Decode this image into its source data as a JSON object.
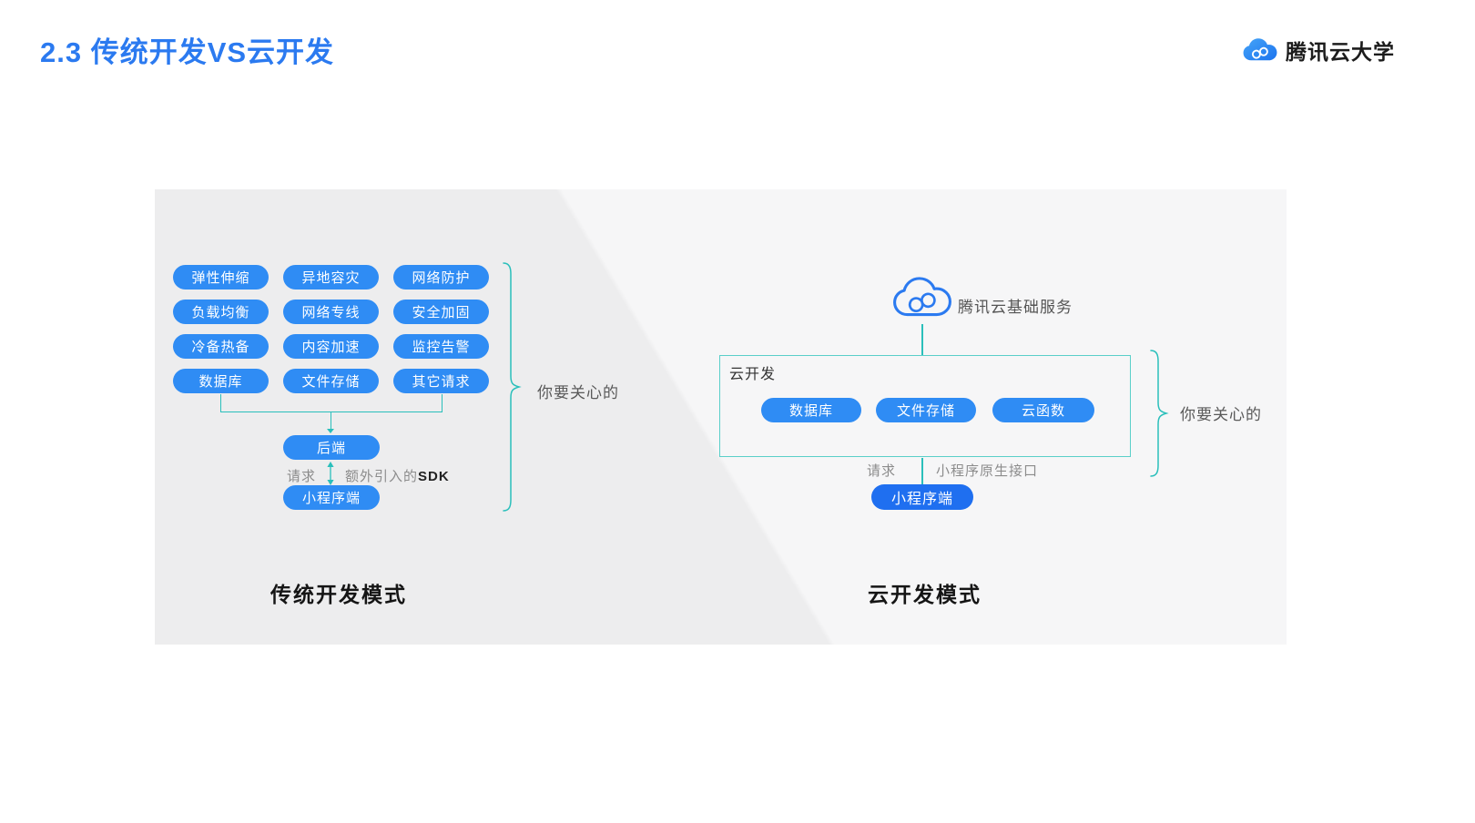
{
  "slide": {
    "title": "2.3 传统开发VS云开发",
    "brand": "腾讯云大学"
  },
  "traditional": {
    "grid": [
      "弹性伸缩",
      "异地容灾",
      "网络防护",
      "负载均衡",
      "网络专线",
      "安全加固",
      "冷备热备",
      "内容加速",
      "监控告警",
      "数据库",
      "文件存储",
      "其它请求"
    ],
    "backend": "后端",
    "request": "请求",
    "sdk_prefix": "额外引入的",
    "sdk_bold": "SDK",
    "miniprogram": "小程序端",
    "care": "你要关心的",
    "mode": "传统开发模式"
  },
  "cloud": {
    "service": "腾讯云基础服务",
    "box_label": "云开发",
    "services": [
      "数据库",
      "文件存储",
      "云函数"
    ],
    "request": "请求",
    "native_api": "小程序原生接口",
    "miniprogram": "小程序端",
    "care": "你要关心的",
    "mode": "云开发模式"
  },
  "colors": {
    "title_blue": "#2b7af0",
    "button_blue": "#2f8cf4",
    "mini_blue": "#1f6ff0",
    "teal": "#2abfbb",
    "teal_border": "#5acfc9"
  }
}
